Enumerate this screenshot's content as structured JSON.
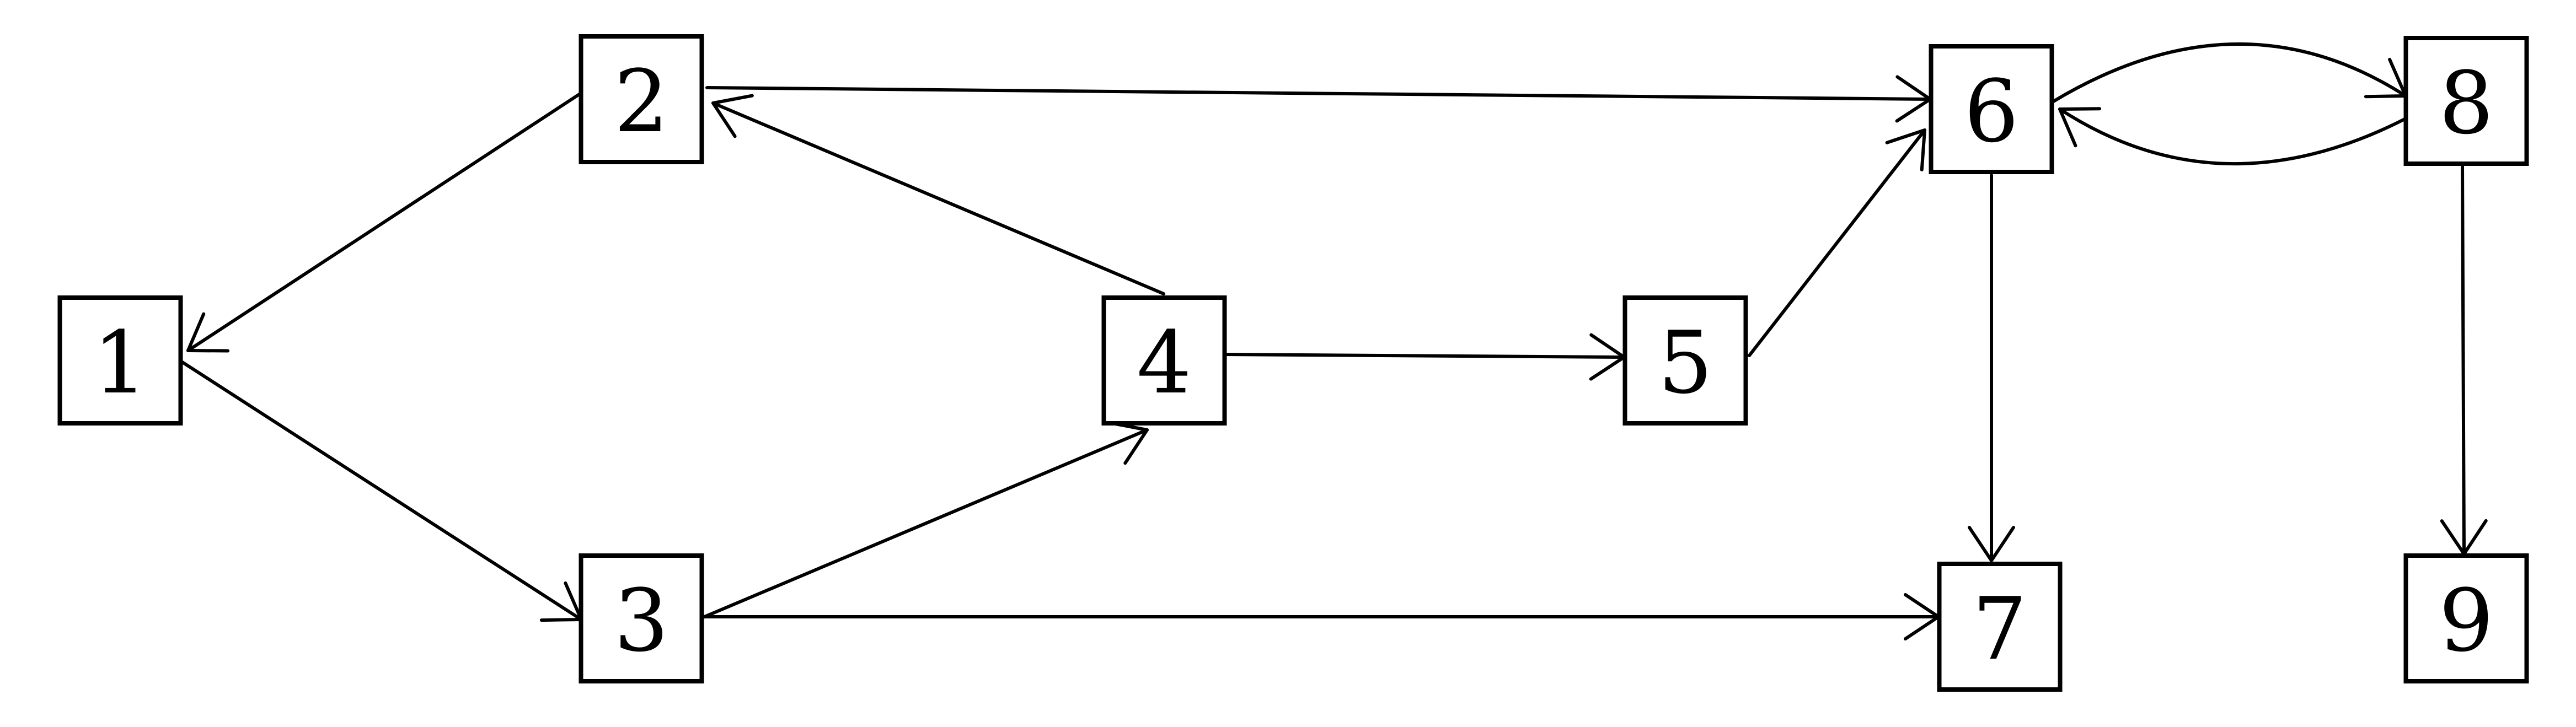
{
  "nodes": [
    {
      "id": "1",
      "label": "1"
    },
    {
      "id": "2",
      "label": "2"
    },
    {
      "id": "3",
      "label": "3"
    },
    {
      "id": "4",
      "label": "4"
    },
    {
      "id": "5",
      "label": "5"
    },
    {
      "id": "6",
      "label": "6"
    },
    {
      "id": "7",
      "label": "7"
    },
    {
      "id": "8",
      "label": "8"
    },
    {
      "id": "9",
      "label": "9"
    }
  ],
  "edges": [
    {
      "from": "2",
      "to": "1"
    },
    {
      "from": "1",
      "to": "3"
    },
    {
      "from": "3",
      "to": "4"
    },
    {
      "from": "4",
      "to": "2"
    },
    {
      "from": "2",
      "to": "6"
    },
    {
      "from": "4",
      "to": "5"
    },
    {
      "from": "5",
      "to": "6"
    },
    {
      "from": "3",
      "to": "7"
    },
    {
      "from": "6",
      "to": "7"
    },
    {
      "from": "6",
      "to": "8"
    },
    {
      "from": "8",
      "to": "6"
    },
    {
      "from": "8",
      "to": "9"
    }
  ],
  "colors": {
    "stroke": "#000000",
    "background": "#ffffff"
  }
}
